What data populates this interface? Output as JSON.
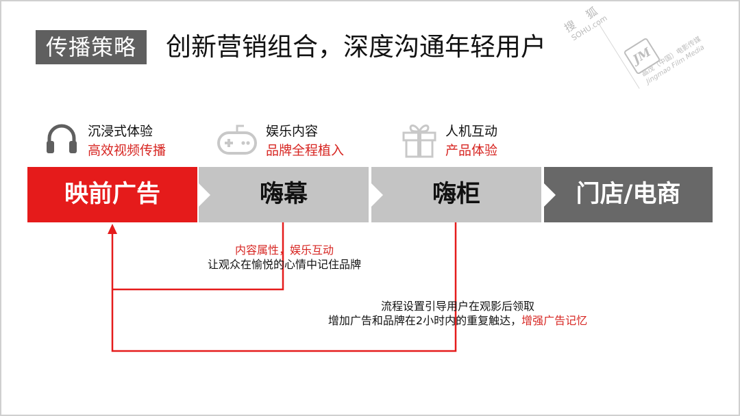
{
  "header": {
    "section_label": "传播策略",
    "title": "创新营销组合，深度沟通年轻用户"
  },
  "watermark": {
    "sohu_cn": "搜 狐",
    "sohu_en": "SOHU.com",
    "logo": "JM",
    "company_cn": "晶茂（中国）电影传媒",
    "company_en": "Jingmao Film Media"
  },
  "features": [
    {
      "icon": "headphones-icon",
      "label": "沉浸式体验",
      "sub": "高效视频传播"
    },
    {
      "icon": "gamepad-icon",
      "label": "娱乐内容",
      "sub": "品牌全程植入"
    },
    {
      "icon": "gift-icon",
      "label": "人机互动",
      "sub": "产品体验"
    }
  ],
  "stages": [
    "映前广告",
    "嗨幕",
    "嗨柜",
    "门店/电商"
  ],
  "annotations": {
    "note1_red": "内容属性，娱乐互动",
    "note1_black": "让观众在愉悦的心情中记住品牌",
    "note2_line1": "流程设置引导用户在观影后领取",
    "note2_line2_black": "增加广告和品牌在2小时内的重复触达，",
    "note2_line2_red": "增强广告记忆"
  },
  "colors": {
    "accent_red": "#e51b1b",
    "text_red": "#d72622",
    "stage_gray": "#c4c4c4",
    "stage_dark": "#686868",
    "label_bg": "#5f5f5f"
  }
}
